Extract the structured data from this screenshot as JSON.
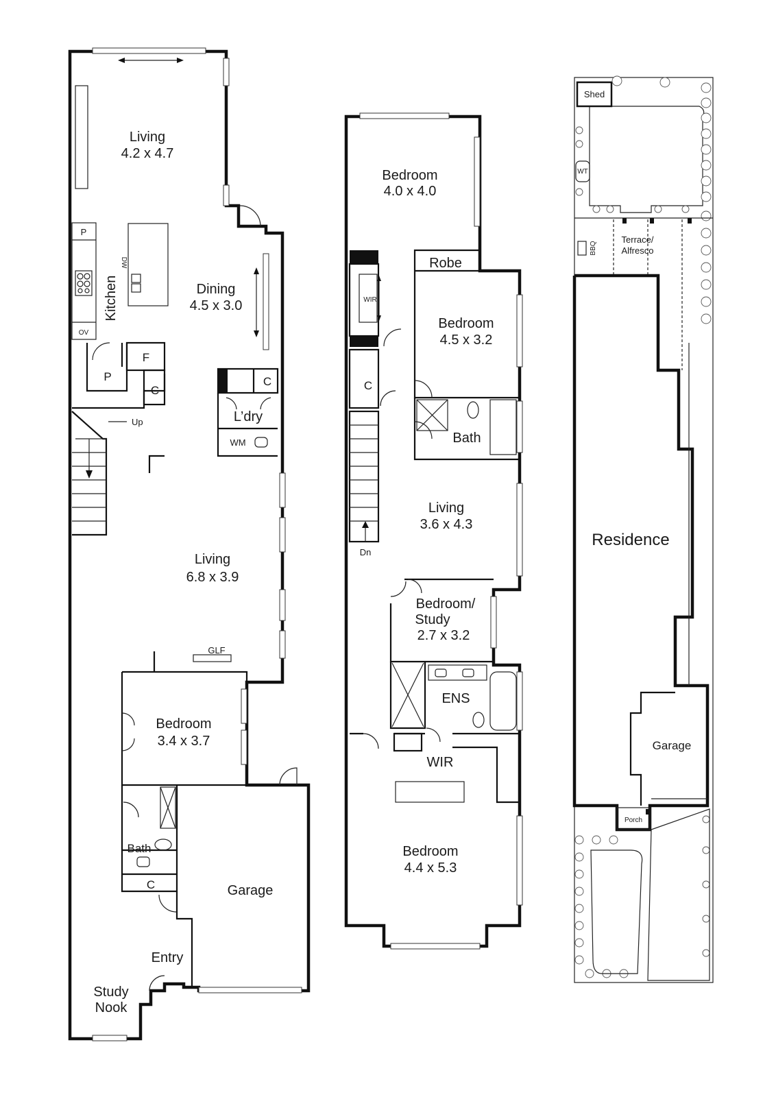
{
  "ground_floor": {
    "rooms": {
      "living_rear": {
        "name": "Living",
        "size": "4.2 x 4.7"
      },
      "dining": {
        "name": "Dining",
        "size": "4.5 x 3.0"
      },
      "kitchen": {
        "name": "Kitchen"
      },
      "living_main": {
        "name": "Living",
        "size": "6.8 x 3.9"
      },
      "laundry": {
        "name": "L’dry"
      },
      "bedroom": {
        "name": "Bedroom",
        "size": "3.4 x 3.7"
      },
      "bath": {
        "name": "Bath"
      },
      "garage": {
        "name": "Garage"
      },
      "entry": {
        "name": "Entry"
      },
      "study_nook": {
        "line1": "Study",
        "line2": "Nook"
      }
    },
    "fixtures": {
      "pantry_top": "P",
      "pantry_bottom": "P",
      "oven": "OV",
      "fridge": "F",
      "cupboard_kitchen": "C",
      "cupboard_laundry": "C",
      "cupboard_bath": "C",
      "washing_machine": "WM",
      "dishwasher": "DW",
      "gas_log_fire": "GLF",
      "stairs_up": "Up"
    }
  },
  "first_floor": {
    "rooms": {
      "bedroom_front": {
        "name": "Bedroom",
        "size": "4.0 x 4.0"
      },
      "robe": {
        "name": "Robe"
      },
      "bedroom_2": {
        "name": "Bedroom",
        "size": "4.5 x 3.2"
      },
      "bath": {
        "name": "Bath"
      },
      "living": {
        "name": "Living",
        "size": "3.6 x 4.3"
      },
      "study": {
        "line1": "Bedroom/",
        "line2": "Study",
        "size": "2.7 x 3.2"
      },
      "ensuite": {
        "name": "ENS"
      },
      "wir": {
        "name": "WIR"
      },
      "master": {
        "name": "Bedroom",
        "size": "4.4 x 5.3"
      }
    },
    "fixtures": {
      "wir_small": "WIR",
      "cupboard": "C",
      "stairs_down": "Dn"
    }
  },
  "site": {
    "shed": "Shed",
    "water_tank": "WT",
    "bbq": "BBQ",
    "terrace": {
      "line1": "Terrace/",
      "line2": "Alfresco"
    },
    "residence": "Residence",
    "garage": "Garage",
    "porch": "Porch"
  }
}
